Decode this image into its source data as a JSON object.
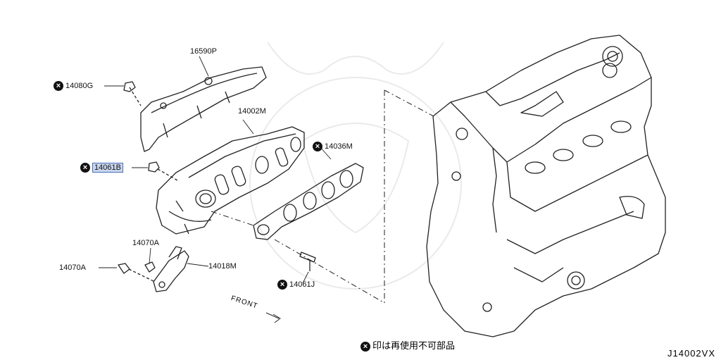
{
  "diagram": {
    "parts": [
      {
        "id": "16590P",
        "label": "16590P",
        "reusable": true
      },
      {
        "id": "14080G",
        "label": "14080G",
        "reusable": false
      },
      {
        "id": "14002M",
        "label": "14002M",
        "reusable": true
      },
      {
        "id": "14061B",
        "label": "14061B",
        "reusable": false,
        "highlighted": true
      },
      {
        "id": "14036M",
        "label": "14036M",
        "reusable": false
      },
      {
        "id": "14070A_top",
        "label": "14070A",
        "reusable": true
      },
      {
        "id": "14070A_left",
        "label": "14070A",
        "reusable": true
      },
      {
        "id": "14018M",
        "label": "14018M",
        "reusable": true
      },
      {
        "id": "14061J",
        "label": "14061J",
        "reusable": false
      }
    ],
    "front_label": "FRONT",
    "legend_note": "印は再使用不可部品",
    "diagram_code": "J14002VX",
    "highlight_color": "#c9d6ee"
  }
}
